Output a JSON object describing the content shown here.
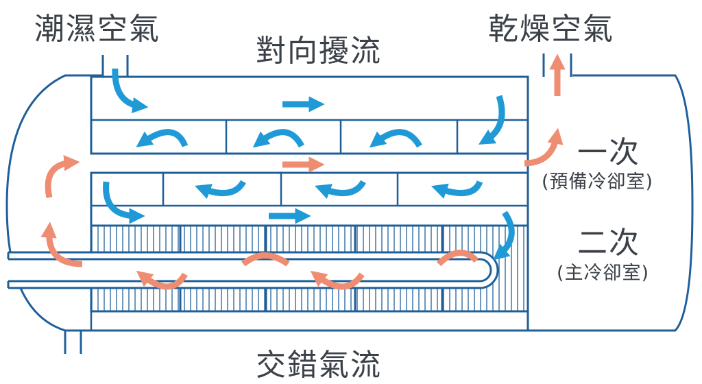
{
  "labels": {
    "humid_air": "潮濕空氣",
    "dry_air": "乾燥空氣",
    "counter_flow": "對向擾流",
    "cross_flow": "交錯氣流",
    "primary": "一次",
    "primary_sub": "(預備冷卻室)",
    "secondary": "二次",
    "secondary_sub": "(主冷卻室)"
  },
  "colors": {
    "outline": "#1f5f99",
    "blue_arrow": "#1f9ad6",
    "orange_arrow": "#ef8d73",
    "text": "#3b4148"
  }
}
